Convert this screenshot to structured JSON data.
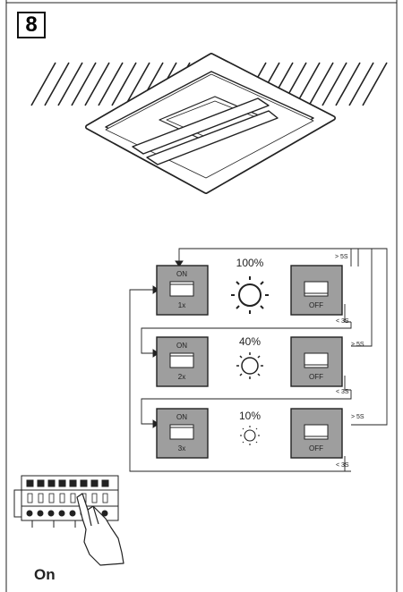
{
  "step": {
    "number": "8"
  },
  "levels": [
    {
      "brightness": "100%",
      "switch_on": "ON",
      "press_count": "1x",
      "switch_off": "OFF",
      "hold_long": "> 5S",
      "hold_short": "< 3S"
    },
    {
      "brightness": "40%",
      "switch_on": "ON",
      "press_count": "2x",
      "switch_off": "OFF",
      "hold_long": "> 5S",
      "hold_short": "< 3S"
    },
    {
      "brightness": "10%",
      "switch_on": "ON",
      "press_count": "3x",
      "switch_off": "OFF",
      "hold_long": "> 5S",
      "hold_short": "< 3S"
    }
  ],
  "breaker": {
    "label": "On"
  },
  "colors": {
    "switch_fill": "#9e9e9e",
    "line": "#222222"
  }
}
